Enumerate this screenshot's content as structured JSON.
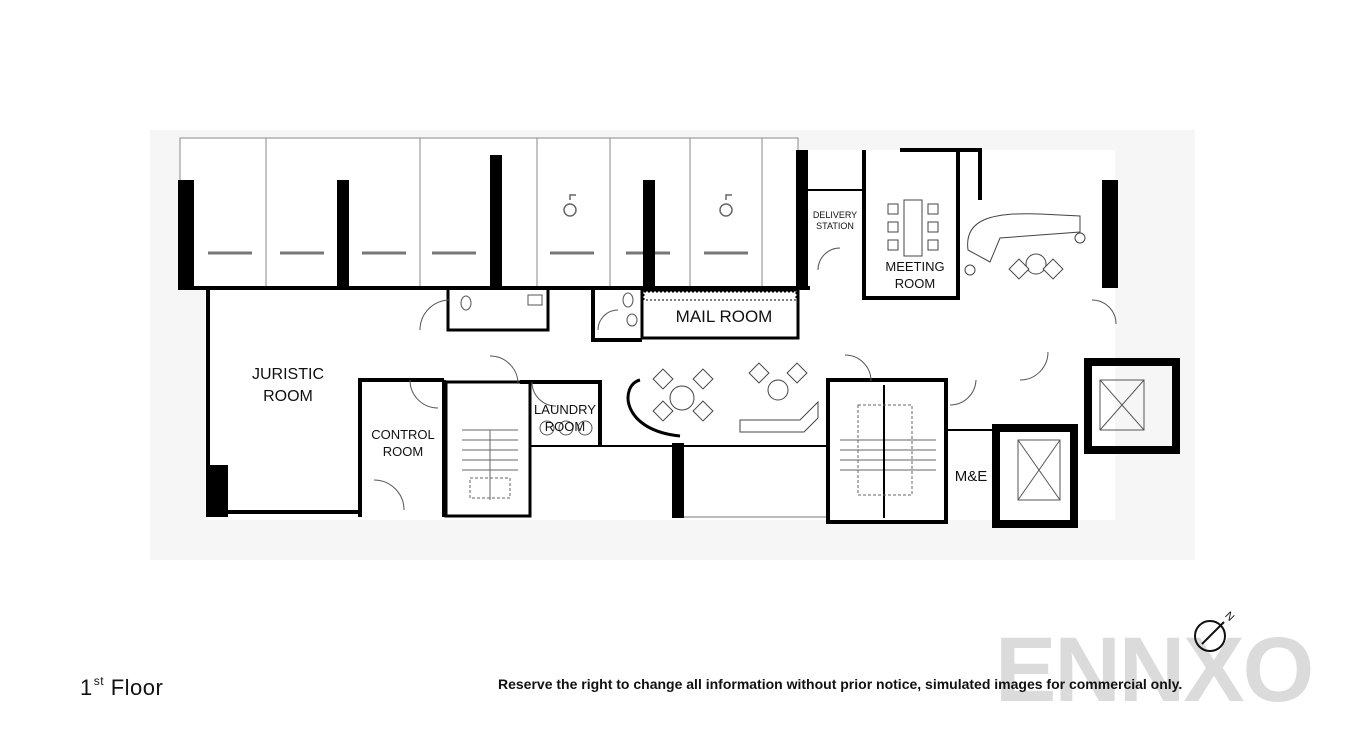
{
  "floor": {
    "title": "1",
    "title_sup": "st",
    "title_suffix": " Floor"
  },
  "rooms": {
    "juristic": [
      "JURISTIC",
      "ROOM"
    ],
    "control": [
      "CONTROL",
      "ROOM"
    ],
    "laundry": [
      "LAUNDRY",
      "ROOM"
    ],
    "mail": "MAIL ROOM",
    "delivery": [
      "DELIVERY",
      "STATION"
    ],
    "meeting": [
      "MEETING",
      "ROOM"
    ],
    "me": "M&E"
  },
  "compass": {
    "label": "N"
  },
  "disclaimer": "Reserve the right to change all information without prior notice, simulated images for commercial only.",
  "watermark": "ENNXO",
  "colors": {
    "wall": "#000000",
    "line": "#555555",
    "fill": "#f5f5f5",
    "watermark": "#cfcfcf"
  }
}
